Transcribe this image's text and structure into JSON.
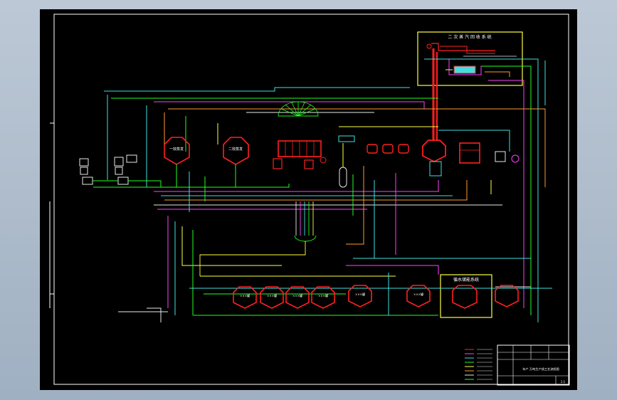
{
  "drawing": {
    "top_box_title": "二 次 蒸 汽 回 收 系 统",
    "lower_box_title": "循水储能系统",
    "evaporators": [
      "一效蒸发",
      "二效蒸发"
    ],
    "lower_tanks": [
      "×××罐",
      "×××罐",
      "×××罐",
      "×××罐",
      "×××罐",
      "×××罐"
    ],
    "title_block": {
      "drawing_title": "年产 万吨生产线工艺流程图",
      "scale": "1:1"
    }
  },
  "colors": {
    "vessel": "#ff2020",
    "line_green": "#22ff22",
    "line_cyan": "#40e0e0",
    "line_magenta": "#ff40ff",
    "line_yellow": "#ffff40",
    "line_orange": "#ff9a30",
    "line_white": "#e8e8e8",
    "frame": "#ffffff"
  }
}
